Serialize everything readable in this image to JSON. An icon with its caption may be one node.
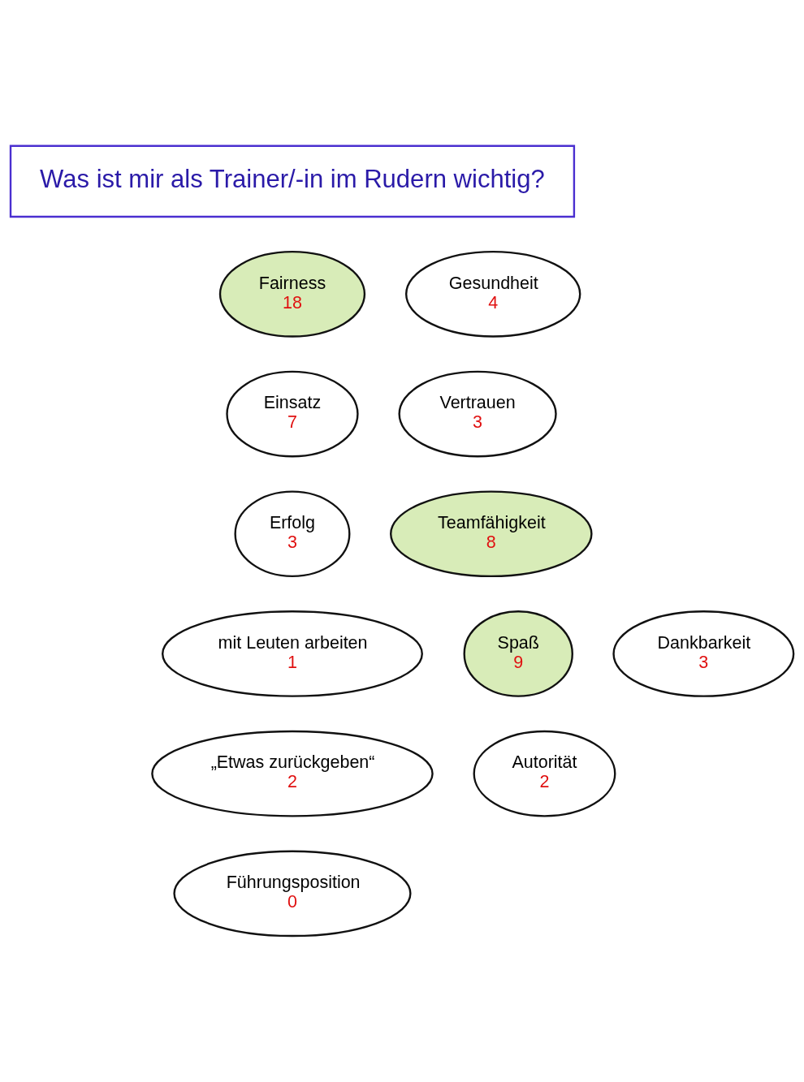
{
  "diagram": {
    "nodes": [
      {
        "text": [
          "Was ist mir als Trainer/-in im Rudern wichtig?"
        ]
      },
      {
        "text": [
          "Fairness",
          "18"
        ]
      },
      {
        "text": [
          "Gesundheit",
          "4"
        ]
      },
      {
        "text": [
          "Einsatz",
          "7"
        ]
      },
      {
        "text": [
          "Vertrauen",
          "3"
        ]
      },
      {
        "text": [
          "Erfolg",
          "3"
        ]
      },
      {
        "text": [
          "Teamfähigkeit",
          "8"
        ]
      },
      {
        "text": [
          "mit Leuten arbeiten",
          "1"
        ]
      },
      {
        "text": [
          "Spaß",
          "9"
        ]
      },
      {
        "text": [
          "Dankbarkeit",
          "3"
        ]
      },
      {
        "text": [
          "„Etwas zurückgeben“",
          "2"
        ]
      },
      {
        "text": [
          "Autorität",
          "2"
        ]
      },
      {
        "text": [
          "Führungsposition",
          "0"
        ]
      }
    ],
    "edges": []
  }
}
